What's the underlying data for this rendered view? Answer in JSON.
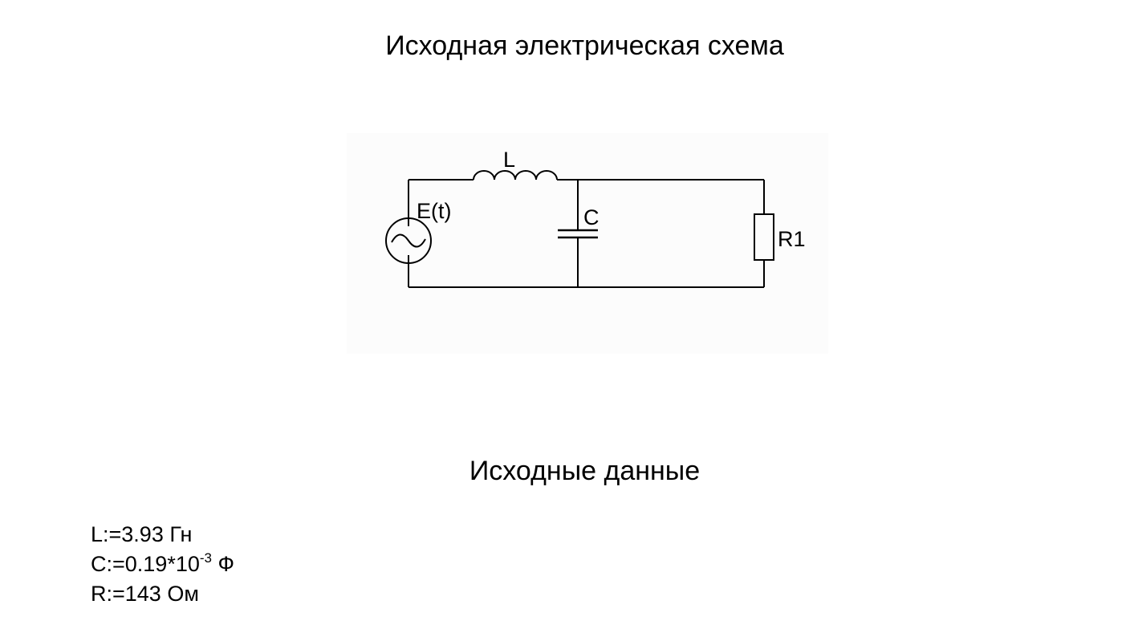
{
  "titles": {
    "main": "Исходная электрическая схема",
    "data": "Исходные данные"
  },
  "schematic": {
    "labels": {
      "source": "E(t)",
      "inductor": "L",
      "capacitor": "C",
      "resistor": "R1"
    }
  },
  "parameters": {
    "L": {
      "text": "L:=3.93 Гн"
    },
    "C": {
      "prefix": "C:=0.19*10",
      "exponent": "-3",
      "unit": " Ф"
    },
    "R": {
      "text": "R:=143 Ом"
    }
  }
}
